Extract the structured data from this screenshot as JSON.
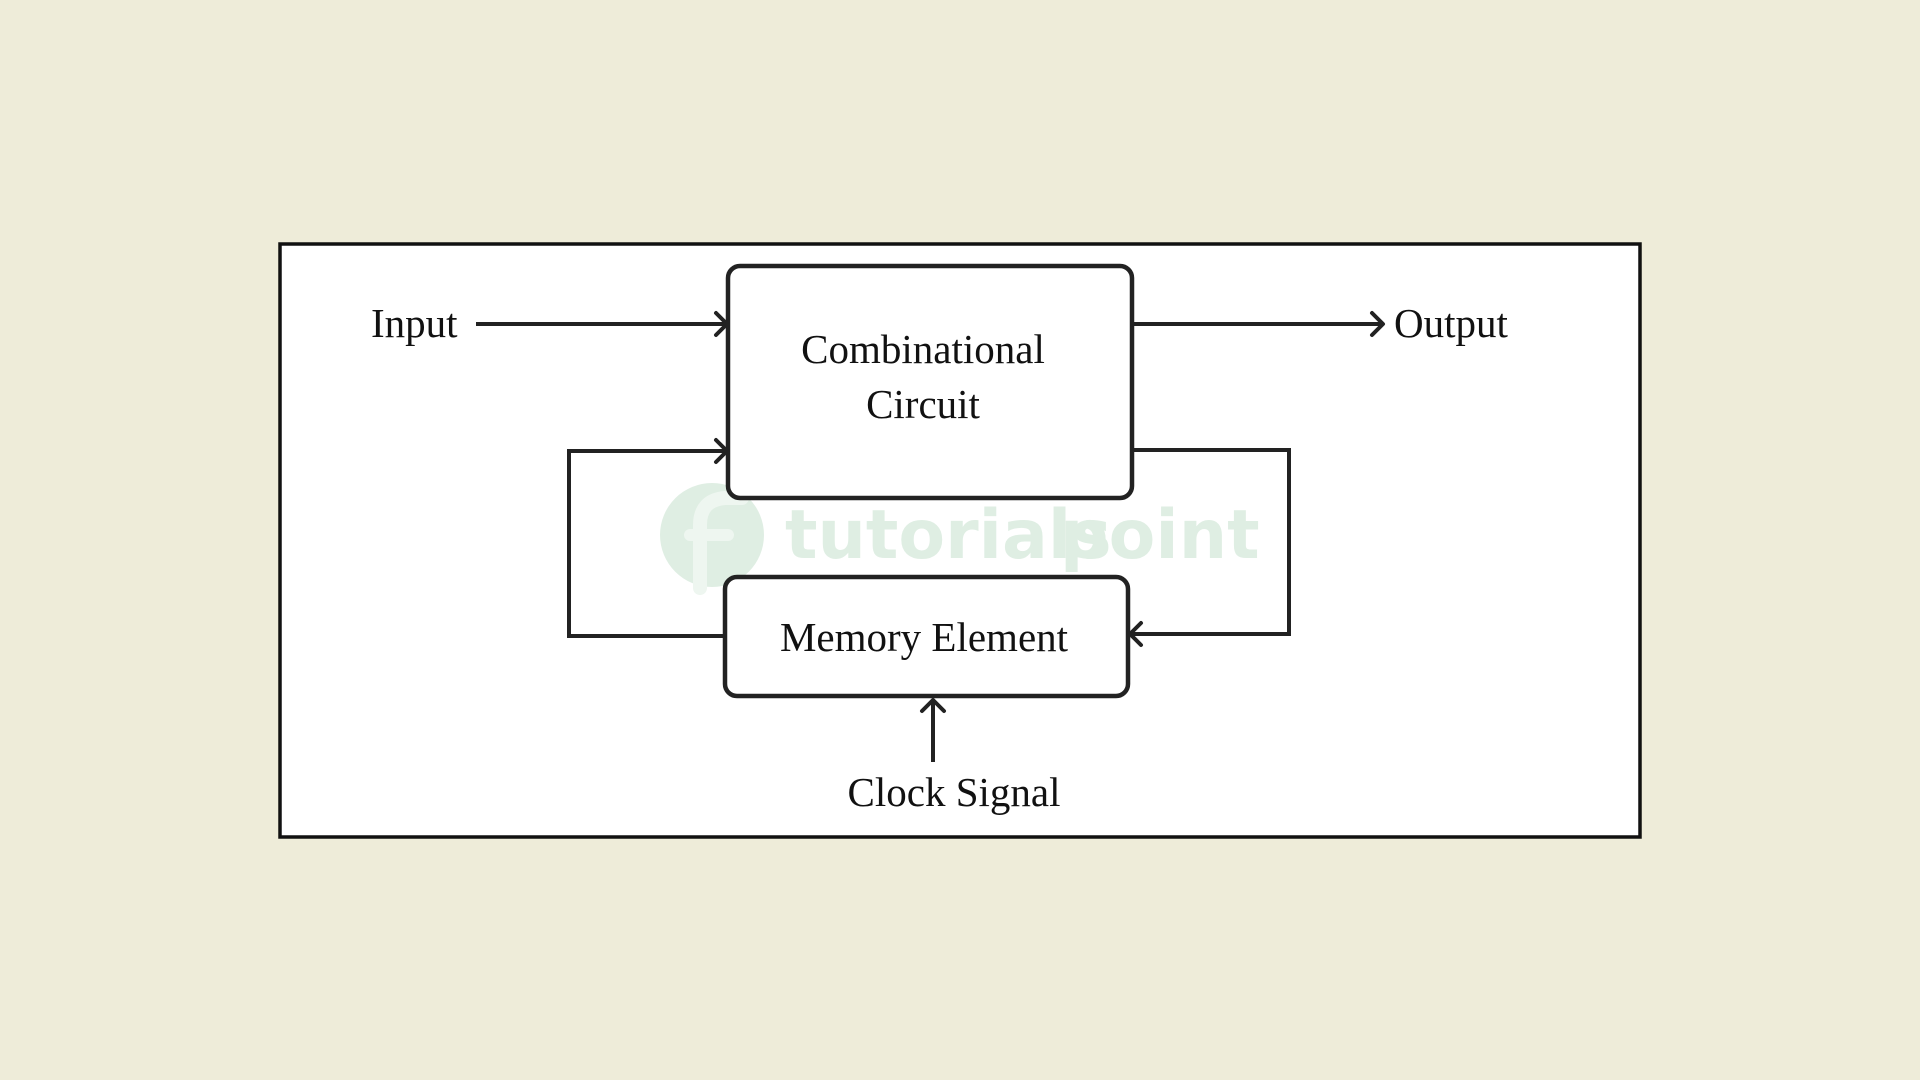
{
  "colors": {
    "page_background": "#eeecd9",
    "panel_background": "#ffffff",
    "panel_border": "#111111",
    "stroke": "#222222",
    "text": "#111111",
    "watermark": "#dfeee3"
  },
  "diagram": {
    "combinational_circuit": {
      "line1": "Combinational",
      "line2": "Circuit"
    },
    "memory_element": "Memory Element",
    "input_label": "Input",
    "output_label": "Output",
    "clock_label": "Clock Signal"
  },
  "watermark": {
    "text_part1": "tutorials",
    "text_part2": "point",
    "icon": "tutorialspoint-logo-icon"
  }
}
